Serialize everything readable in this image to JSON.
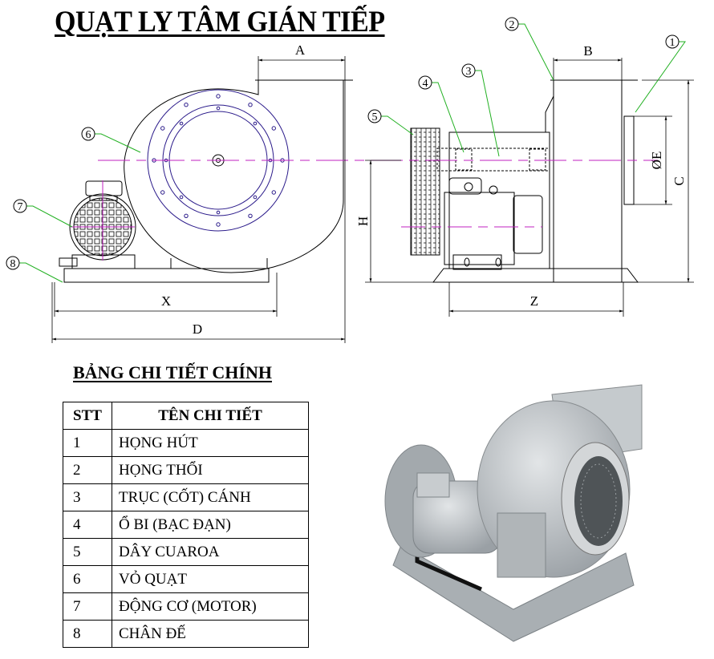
{
  "title": "QUẠT LY TÂM GIÁN TIẾP",
  "dimensions": {
    "A": "A",
    "B": "B",
    "C": "C",
    "D": "D",
    "H": "H",
    "X": "X",
    "Z": "Z",
    "E": "ØE"
  },
  "callouts": [
    "1",
    "2",
    "3",
    "4",
    "5",
    "6",
    "7",
    "8"
  ],
  "table": {
    "title": "BẢNG CHI TIẾT CHÍNH",
    "headers": [
      "STT",
      "TÊN CHI TIẾT"
    ],
    "rows": [
      {
        "stt": "1",
        "name": "HỌNG HÚT"
      },
      {
        "stt": "2",
        "name": "HỌNG THỔI"
      },
      {
        "stt": "3",
        "name": "TRỤC (CỐT) CÁNH"
      },
      {
        "stt": "4",
        "name": "Ổ BI (BẠC ĐẠN)"
      },
      {
        "stt": "5",
        "name": "DÂY CUAROA"
      },
      {
        "stt": "6",
        "name": "VỎ QUẠT"
      },
      {
        "stt": "7",
        "name": "ĐỘNG CƠ (MOTOR)"
      },
      {
        "stt": "8",
        "name": "CHÂN ĐẾ"
      }
    ]
  },
  "colors": {
    "centerline": "#c020c0",
    "flange": "#2a1a8a",
    "leader": "#22b022",
    "photo_metal": "#b9bec2"
  }
}
